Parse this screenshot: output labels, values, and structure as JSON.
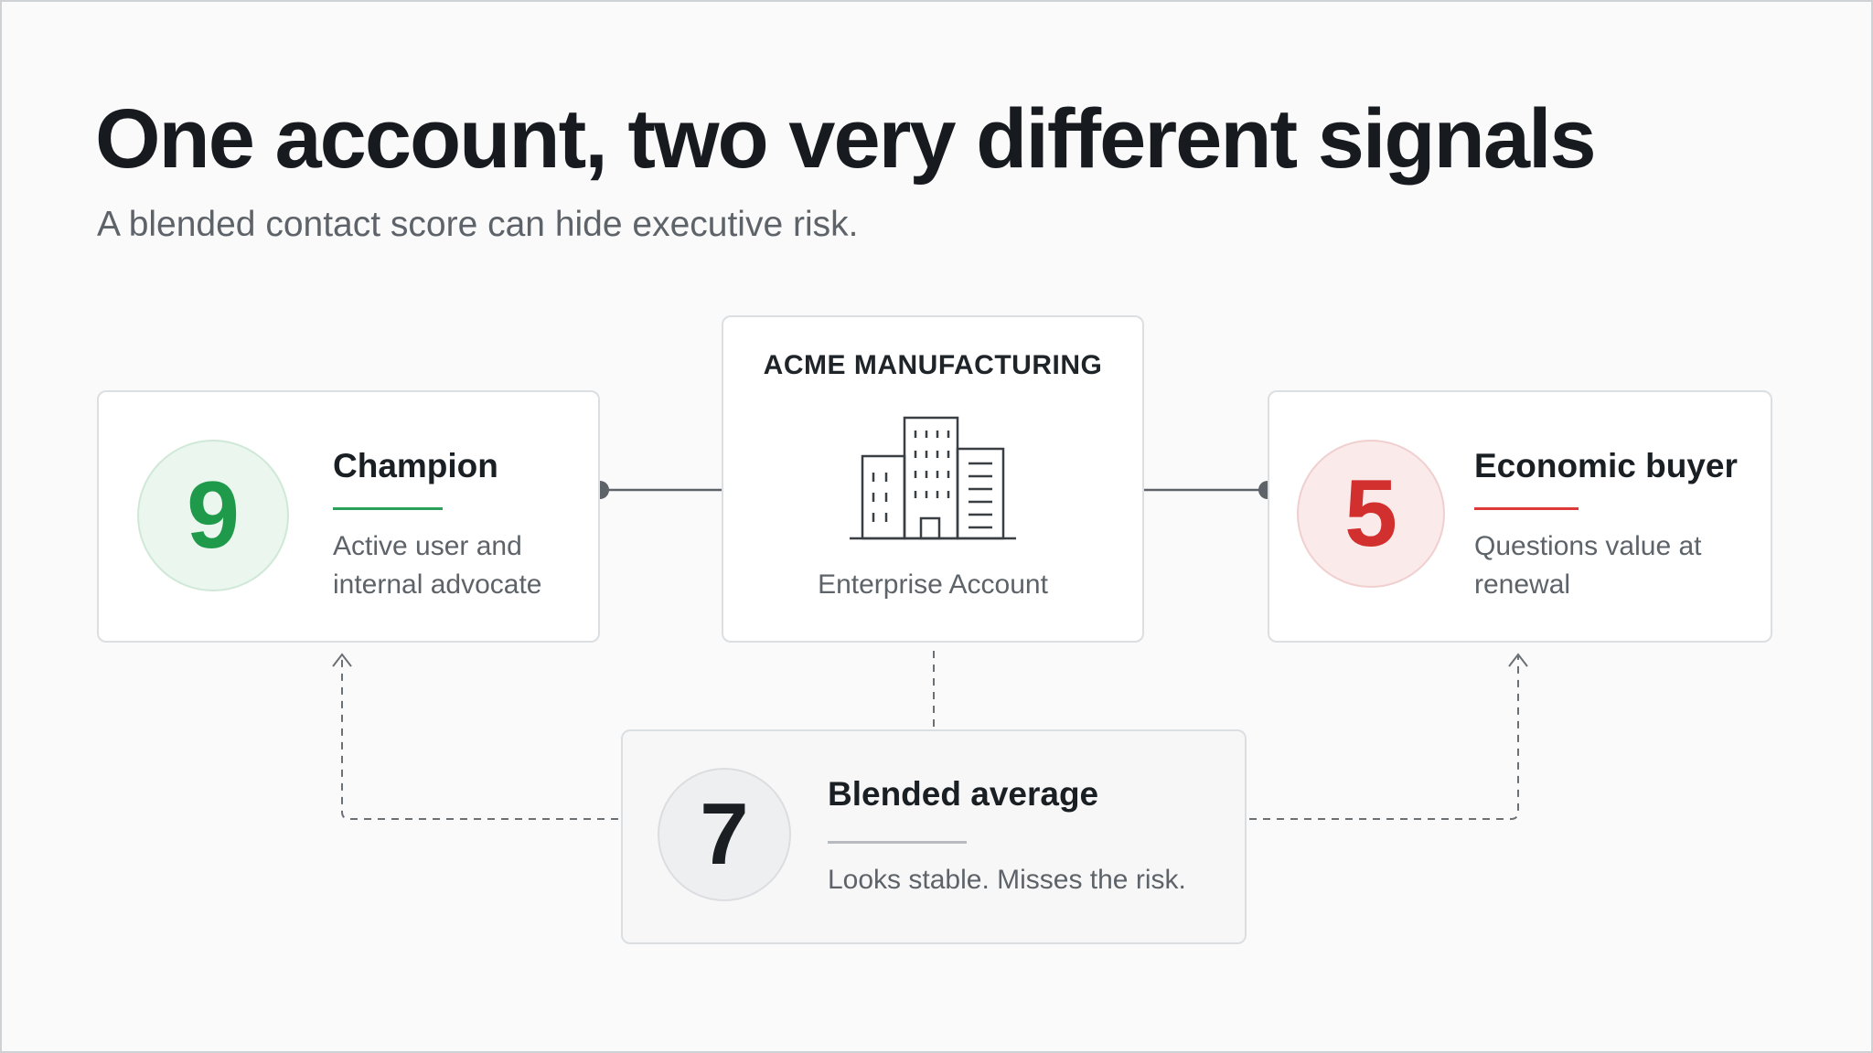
{
  "header": {
    "title": "One account, two very different signals",
    "subtitle": "A blended contact score can hide executive risk."
  },
  "account": {
    "name": "ACME MANUFACTURING",
    "type": "Enterprise Account",
    "icon": "building-icon"
  },
  "champion": {
    "score": "9",
    "heading": "Champion",
    "description": "Active user and internal advocate",
    "color": "#1f9a4b"
  },
  "economic_buyer": {
    "score": "5",
    "heading": "Economic buyer",
    "description": "Questions value at renewal",
    "color": "#d22f2f"
  },
  "blended": {
    "score": "7",
    "heading": "Blended average",
    "description": "Looks stable. Misses the risk.",
    "color": "#1b1f23"
  }
}
